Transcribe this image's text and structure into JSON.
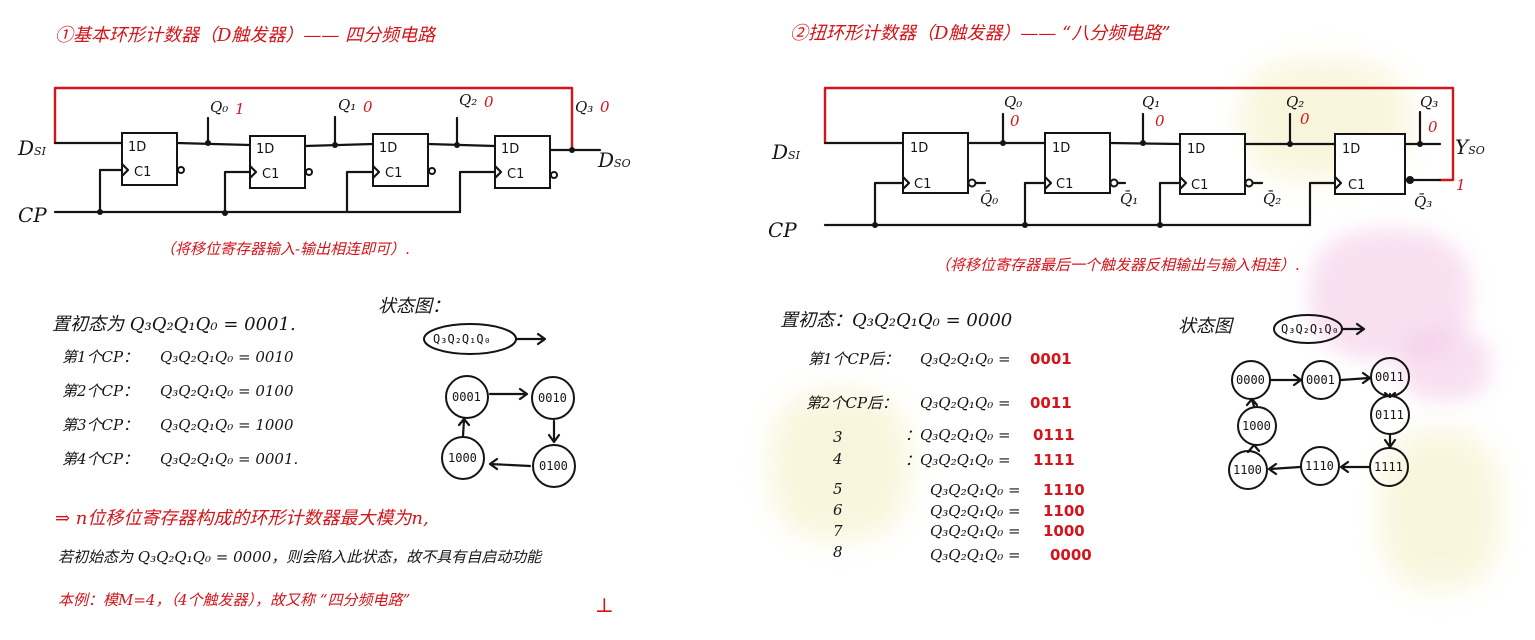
{
  "left": {
    "title": "①基本环形计数器（D触发器）—— 四分频电路",
    "inputs": {
      "dsi": "D",
      "dsi_sub": "SI",
      "dso": "D",
      "dso_sub": "SO",
      "cp": "CP"
    },
    "outputs": [
      {
        "name": "Q₀",
        "val": "1"
      },
      {
        "name": "Q₁",
        "val": "0"
      },
      {
        "name": "Q₂",
        "val": "0"
      },
      {
        "name": "Q₃",
        "val": "0"
      }
    ],
    "ff_d": "1D",
    "ff_c": "C1",
    "note": "（将移位寄存器输入-输出相连即可）.",
    "init": "置初态为 Q₃Q₂Q₁Q₀ = 0001.",
    "steps": [
      {
        "label": "第1个CP：",
        "expr": "Q₃Q₂Q₁Q₀ = 0010"
      },
      {
        "label": "第2个CP：",
        "expr": "Q₃Q₂Q₁Q₀ = 0100"
      },
      {
        "label": "第3个CP：",
        "expr": "Q₃Q₂Q₁Q₀ = 1000"
      },
      {
        "label": "第4个CP：",
        "expr": "Q₃Q₂Q₁Q₀ = 0001."
      }
    ],
    "state_title": "状态图：",
    "state_key": "Q₃Q₂Q₁Q₀",
    "states": [
      "0001",
      "0010",
      "0100",
      "1000"
    ],
    "conclusion": "⇒ n位移位寄存器构成的环形计数器最大模为n,",
    "remark": "若初始态为 Q₃Q₂Q₁Q₀ = 0000，则会陷入此状态，故不具有自启动功能",
    "example": "本例：模M=4，（4个触发器），故又称 “四分频电路”",
    "mark": "⊥"
  },
  "right": {
    "title": "②扭环形计数器（D触发器）—— “八分频电路”",
    "inputs": {
      "dsi": "D",
      "dsi_sub": "SI",
      "dso": "Y",
      "dso_sub": "SO",
      "cp": "CP"
    },
    "outputs": [
      {
        "name": "Q₀",
        "val": "0"
      },
      {
        "name": "Q₁",
        "val": "0"
      },
      {
        "name": "Q₂",
        "val": "0"
      },
      {
        "name": "Q₃",
        "val": "0"
      }
    ],
    "nq": [
      "Q̄₀",
      "Q̄₁",
      "Q̄₂",
      "Q̄₃"
    ],
    "nq_mark": "1",
    "ff_d": "1D",
    "ff_c": "C1",
    "note": "（将移位寄存器最后一个触发器反相输出与输入相连）.",
    "init": "置初态：Q₃Q₂Q₁Q₀ = 0000",
    "steps": [
      {
        "label": "第1个CP后：",
        "expr": "Q₃Q₂Q₁Q₀ =",
        "val": "0001"
      },
      {
        "label": "第2个CP后：",
        "expr": "Q₃Q₂Q₁Q₀ =",
        "val": "0011"
      },
      {
        "label": "3",
        "expr": "：Q₃Q₂Q₁Q₀ =",
        "val": "0111"
      },
      {
        "label": "4",
        "expr": "：Q₃Q₂Q₁Q₀ =",
        "val": "1111"
      },
      {
        "label": "5",
        "expr": "Q₃Q₂Q₁Q₀ =",
        "val": "1110"
      },
      {
        "label": "6",
        "expr": "Q₃Q₂Q₁Q₀ =",
        "val": "1100"
      },
      {
        "label": "7",
        "expr": "Q₃Q₂Q₁Q₀ =",
        "val": "1000"
      },
      {
        "label": "8",
        "expr": "Q₃Q₂Q₁Q₀ =",
        "val": "0000"
      }
    ],
    "state_title": "状态图",
    "state_key": "Q₃Q₂Q₁Q₀",
    "states": [
      "0000",
      "0001",
      "0011",
      "0111",
      "1111",
      "1110",
      "1100",
      "1000"
    ]
  }
}
